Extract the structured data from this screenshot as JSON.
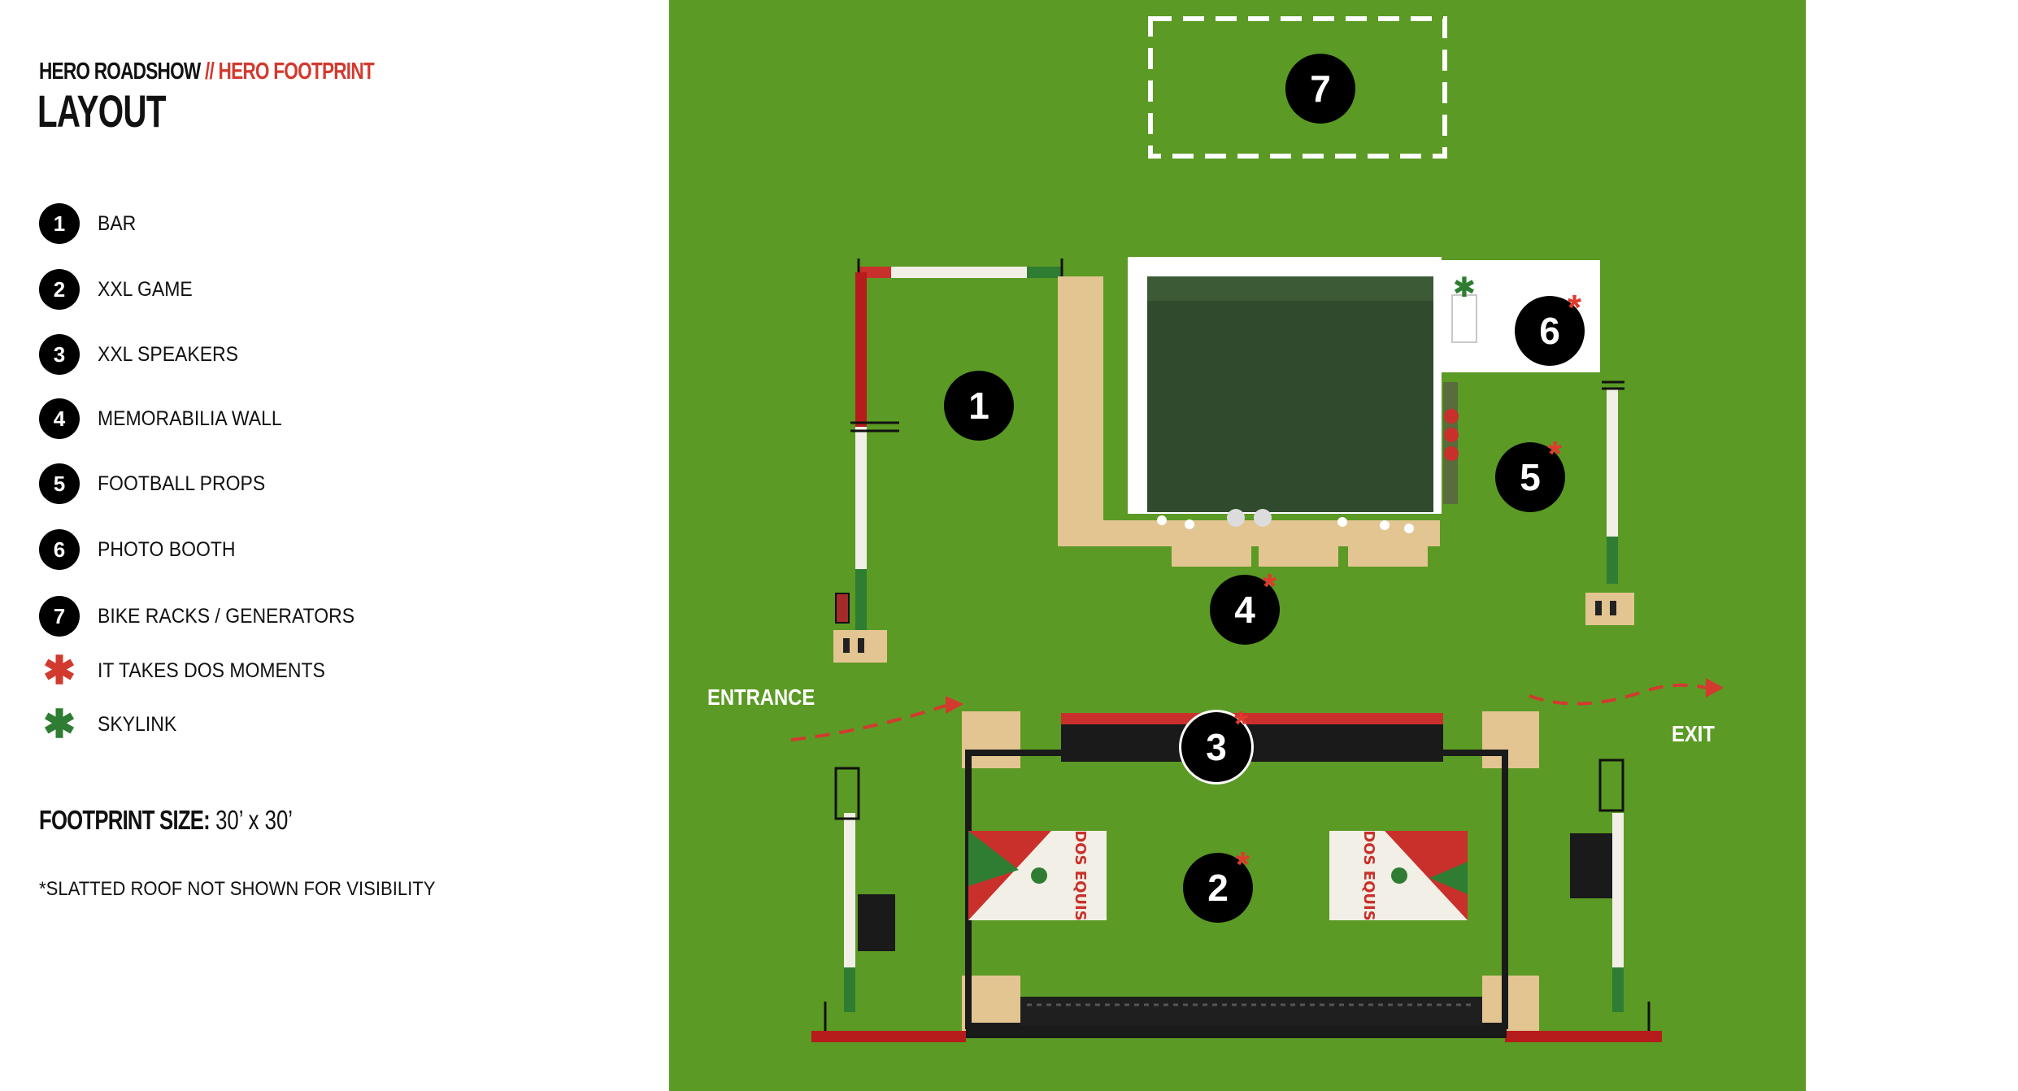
{
  "header": {
    "brand": "HERO ROADSHOW",
    "separator": "//",
    "subtitle": "HERO FOOTPRINT",
    "title": "LAYOUT"
  },
  "legend": {
    "items": [
      {
        "num": "1",
        "label": "BAR"
      },
      {
        "num": "2",
        "label": "XXL GAME"
      },
      {
        "num": "3",
        "label": "XXL SPEAKERS"
      },
      {
        "num": "4",
        "label": "MEMORABILIA WALL"
      },
      {
        "num": "5",
        "label": "FOOTBALL PROPS"
      },
      {
        "num": "6",
        "label": "PHOTO BOOTH"
      },
      {
        "num": "7",
        "label": "BIKE RACKS / GENERATORS"
      }
    ],
    "symbols": [
      {
        "symbol": "✱",
        "label": "IT TAKES DOS MOMENTS",
        "color": "#d23a2f"
      },
      {
        "symbol": "✱",
        "label": "SKYLINK",
        "color": "#2e7d32"
      }
    ]
  },
  "footprint": {
    "label": "FOOTPRINT SIZE:",
    "value": "30’ x 30’"
  },
  "note": "*SLATTED ROOF NOT SHOWN FOR VISIBILITY",
  "map": {
    "entrance_label": "ENTRANCE",
    "exit_label": "EXIT",
    "markers": {
      "m1": {
        "num": "1",
        "asterisk": ""
      },
      "m2": {
        "num": "2",
        "asterisk": "*"
      },
      "m3": {
        "num": "3",
        "asterisk": "*"
      },
      "m4": {
        "num": "4",
        "asterisk": "*"
      },
      "m5": {
        "num": "5",
        "asterisk": "*"
      },
      "m6": {
        "num": "6",
        "asterisk": "*"
      },
      "m7": {
        "num": "7",
        "asterisk": ""
      }
    },
    "game_board_text": "DOS EQUIS",
    "skylink_symbol": "✱"
  },
  "colors": {
    "accent_red": "#d23a2f",
    "skylink_green": "#2e7d32",
    "grass": "#5b9a24",
    "wood": "#e3c592"
  }
}
